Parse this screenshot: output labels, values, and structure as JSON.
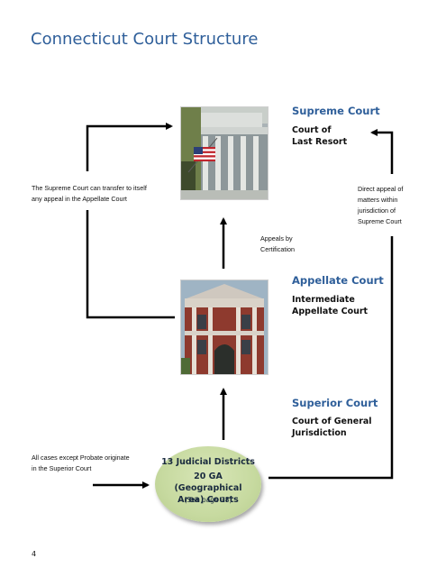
{
  "page": {
    "title": "Connecticut Court Structure",
    "page_number": "4"
  },
  "courts": {
    "supreme": {
      "name": "Supreme Court",
      "description": "Court of\nLast Resort"
    },
    "appellate": {
      "name": "Appellate Court",
      "description": "Intermediate\nAppellate Court"
    },
    "superior": {
      "name": "Superior Court",
      "description": "Court of General\nJurisdiction"
    }
  },
  "notes": {
    "transfer": "The Supreme Court can transfer to itself\nany appeal in the Appellate Court",
    "direct_appeal": "Direct appeal of\nmatters within\njurisdiction of\nSupreme Court",
    "certification": "Appeals by\nCertification",
    "originate": "All cases except Probate originate\nin the Superior Court"
  },
  "lower_courts": {
    "line1": "13 Judicial Districts",
    "line2": "20 GA (Geographical\nArea) Courts",
    "line3": "(See page 38)"
  },
  "colors": {
    "title": "#2f5f9a",
    "court_name": "#2f5f9a",
    "ellipse": "#c7daa0",
    "arrow": "#000000"
  }
}
